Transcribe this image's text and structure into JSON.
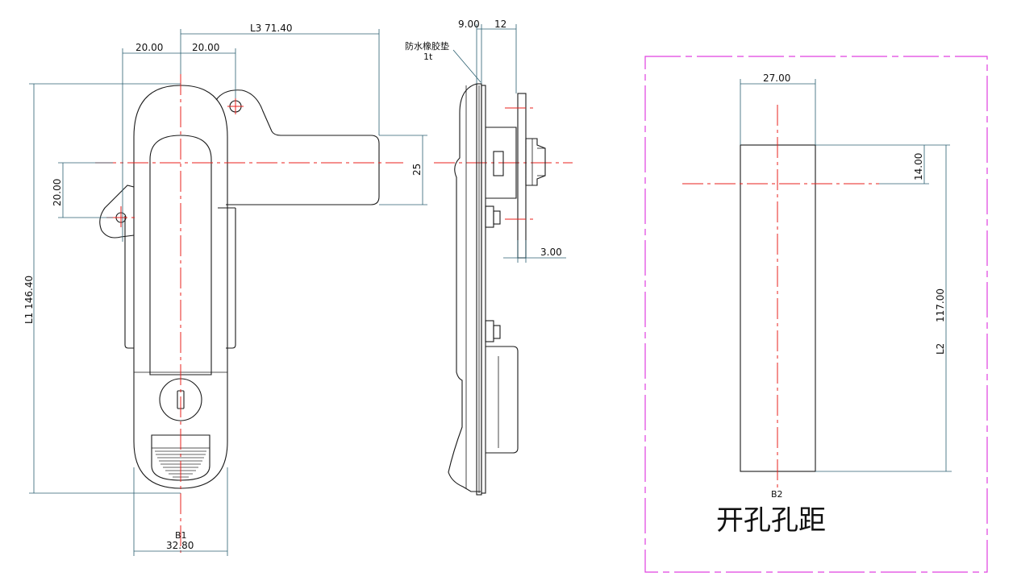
{
  "front_view": {
    "dim_l3": "L3 71.40",
    "dim_top_left": "20.00",
    "dim_top_right": "20.00",
    "dim_left_offset": "20.00",
    "dim_l1": "L1 146.40",
    "dim_handle_height": "25",
    "dim_b1_label": "B1",
    "dim_b1_value": "32.80"
  },
  "side_view": {
    "dim_gasket_thickness": "9.00",
    "dim_plate": "12",
    "gasket_label": "防水橡胶垫",
    "gasket_sub": "1t",
    "dim_plate_thickness": "3.00"
  },
  "cutout_view": {
    "dim_width": "27.00",
    "dim_top_offset": "14.00",
    "dim_height": "117.00",
    "dim_l2": "L2",
    "dim_b2": "B2",
    "title": "开孔孔距"
  },
  "colors": {
    "outline": "#1a1a1a",
    "dimension": "#2b5f70",
    "centerline": "#e8211d",
    "frame": "#e040e0"
  }
}
